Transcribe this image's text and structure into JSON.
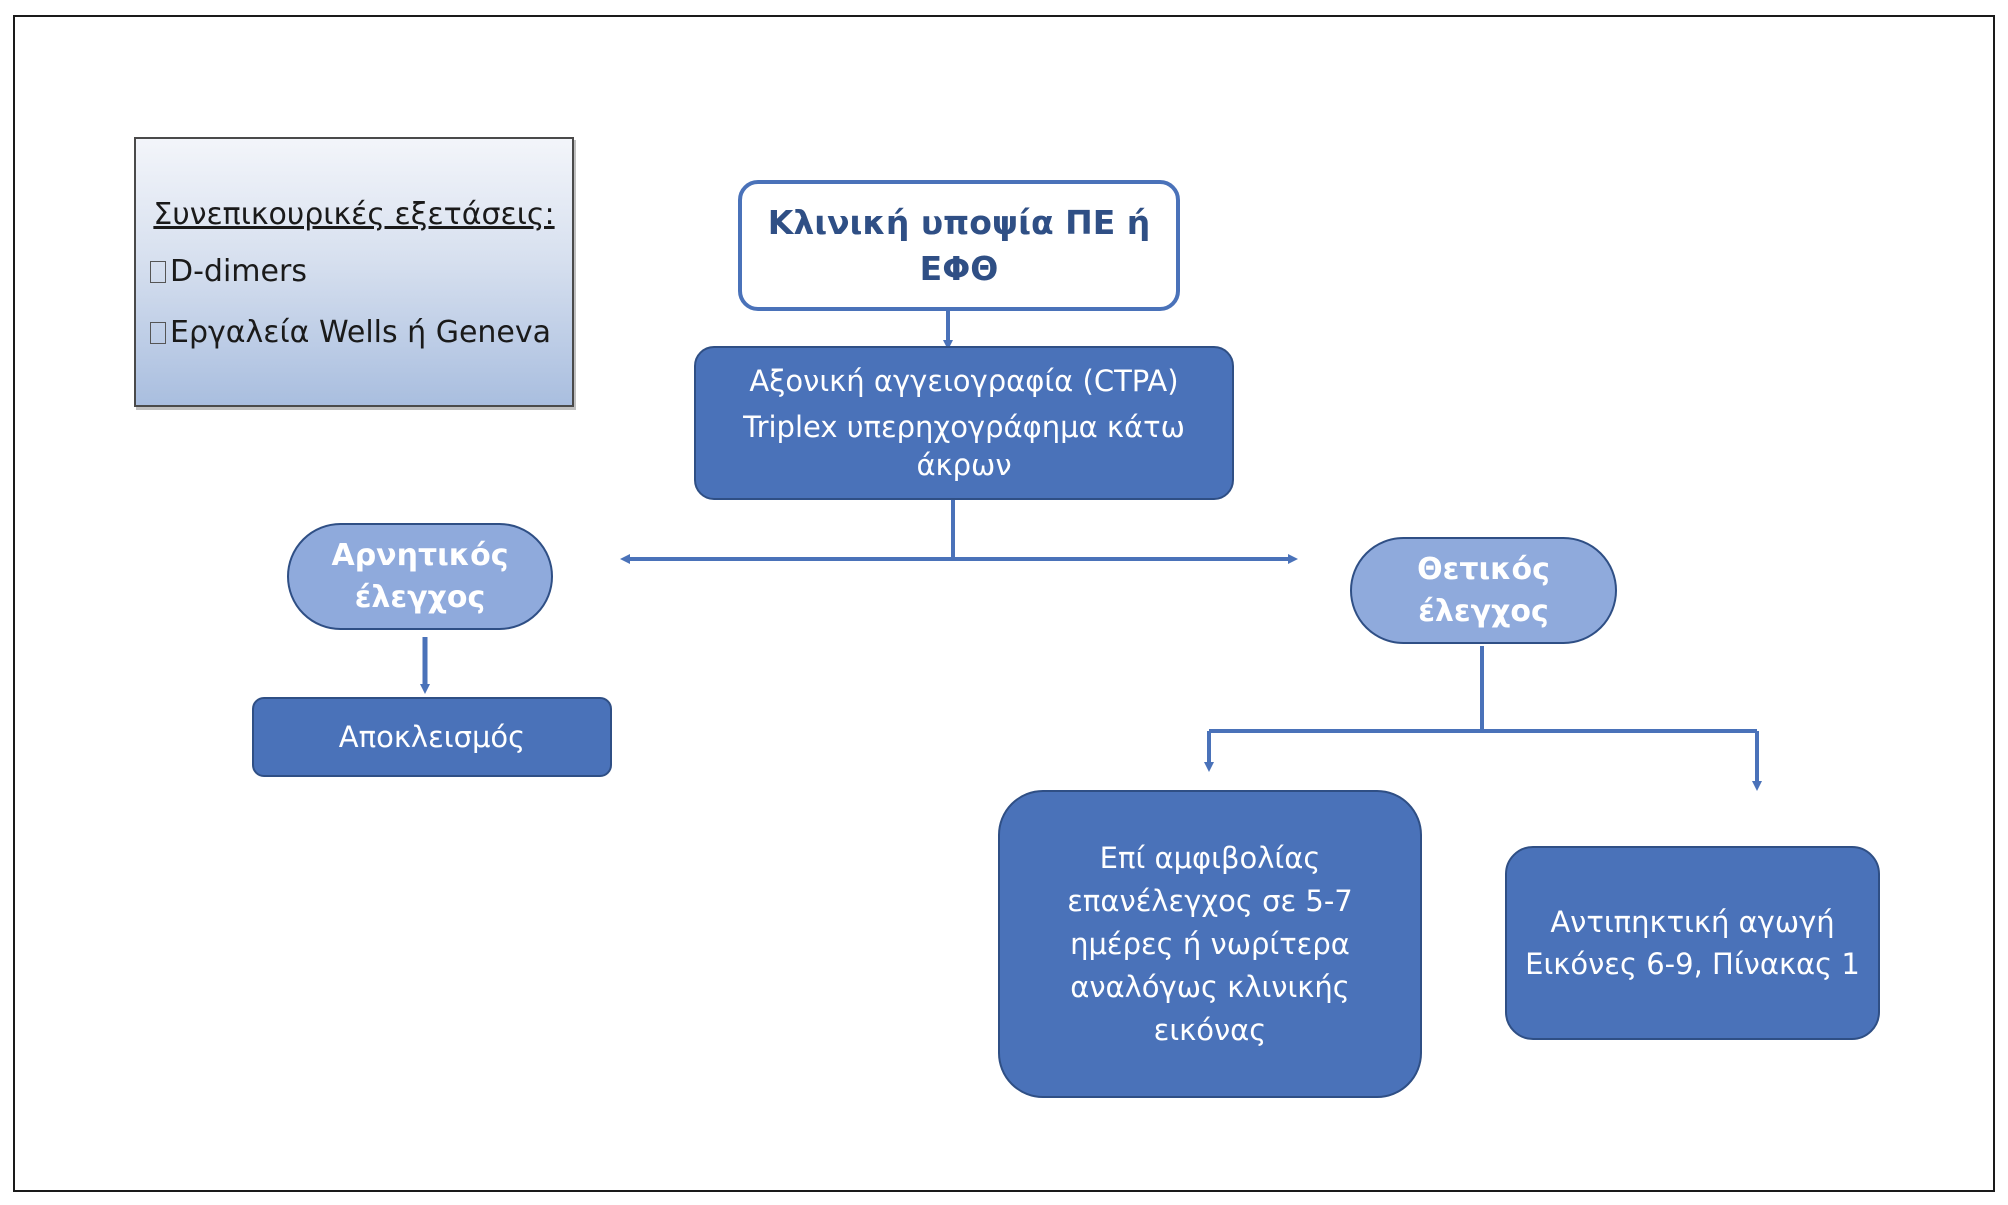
{
  "legend": {
    "title": "Συνεπικουρικές εξετάσεις:",
    "items": [
      {
        "icon": "empty-square",
        "label": "D-dimers"
      },
      {
        "icon": "empty-square",
        "label": "Εργαλεία Wells ή Geneva"
      }
    ]
  },
  "nodes": {
    "clinical_suspicion": {
      "line1": "Κλινική υποψία ΠΕ ή",
      "line2": "ΕΦΘ"
    },
    "imaging": {
      "line1": "Αξονική αγγειογραφία (CTPA)",
      "line2": "Triplex υπερηχογράφημα κάτω",
      "line3": "άκρων"
    },
    "negative": {
      "line1": "Αρνητικός",
      "line2": "έλεγχος"
    },
    "positive": {
      "line1": "Θετικός",
      "line2": "έλεγχος"
    },
    "exclusion": {
      "label": "Αποκλεισμός"
    },
    "recheck": {
      "line1": "Επί αμφιβολίας",
      "line2": "επανέλεγχος σε 5-7",
      "line3": "ημέρες ή νωρίτερα",
      "line4": "αναλόγως κλινικής",
      "line5": "εικόνας"
    },
    "anticoagulation": {
      "line1": "Αντιπηκτική αγωγή",
      "line2": "Εικόνες 6-9, Πίνακας 1"
    }
  },
  "colors": {
    "box_dark": "#4a72b9",
    "box_light": "#8faadc",
    "border": "#2f4f85",
    "clinical_text": "#2f4f85",
    "arrow": "#4a72b9"
  }
}
